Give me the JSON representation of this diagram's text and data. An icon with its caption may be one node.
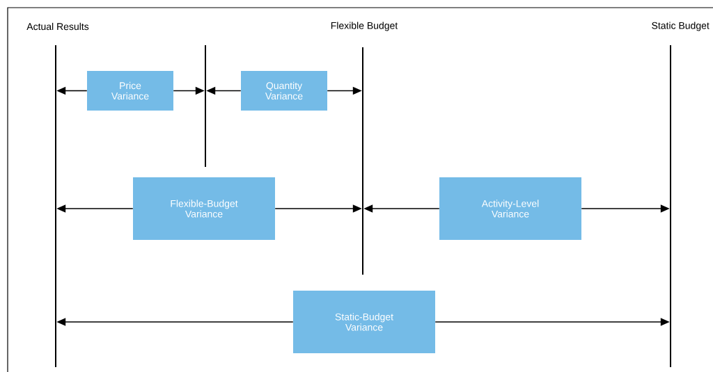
{
  "diagram": {
    "nodes": [
      {
        "text": [
          "Actual Results"
        ]
      },
      {
        "text": [],
        "shape": "bar"
      },
      {
        "text": [
          "Flexible Budget"
        ]
      },
      {
        "text": [
          "Static Budget"
        ]
      },
      {
        "text": [
          "Price Variance"
        ]
      },
      {
        "text": [
          "Quantity Variance"
        ]
      },
      {
        "text": [
          "Flexible-Budget Variance"
        ]
      },
      {
        "text": [
          "Activity-Level Variance"
        ]
      },
      {
        "text": [
          "Static-Budget Variance"
        ]
      }
    ],
    "edges": [
      {
        "from": 4,
        "to": 0,
        "arrow": "to"
      },
      {
        "from": 4,
        "to": 1,
        "arrow": "to"
      },
      {
        "from": 5,
        "to": 1,
        "arrow": "to"
      },
      {
        "from": 5,
        "to": 2,
        "arrow": "to"
      },
      {
        "from": 6,
        "to": 0,
        "arrow": "to"
      },
      {
        "from": 6,
        "to": 2,
        "arrow": "to"
      },
      {
        "from": 7,
        "to": 2,
        "arrow": "to"
      },
      {
        "from": 7,
        "to": 3,
        "arrow": "to"
      },
      {
        "from": 8,
        "to": 0,
        "arrow": "to"
      },
      {
        "from": 8,
        "to": 3,
        "arrow": "to"
      }
    ]
  }
}
